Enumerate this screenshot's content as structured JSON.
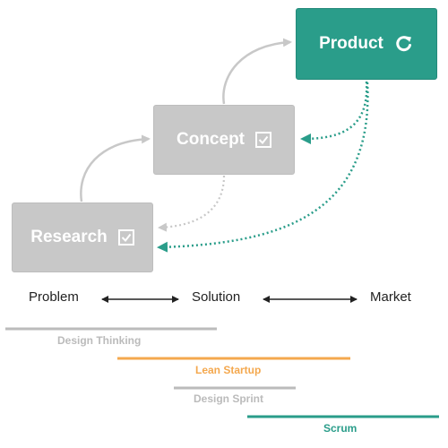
{
  "boxes": {
    "research": {
      "label": "Research",
      "icon": "checkbox-check-icon",
      "color": "#c8c8c8"
    },
    "concept": {
      "label": "Concept",
      "icon": "checkbox-check-icon",
      "color": "#c8c8c8"
    },
    "product": {
      "label": "Product",
      "icon": "refresh-icon",
      "color": "#2a9d8a"
    }
  },
  "axis": {
    "problem": "Problem",
    "solution": "Solution",
    "market": "Market"
  },
  "methods": [
    {
      "label": "Design Thinking",
      "color": "#bbbbbb"
    },
    {
      "label": "Lean Startup",
      "color": "#f4a84e"
    },
    {
      "label": "Design Sprint",
      "color": "#bbbbbb"
    },
    {
      "label": "Scrum",
      "color": "#2a9d8a"
    }
  ],
  "colors": {
    "gray_arrow": "#c8c8c8",
    "teal": "#2a9d8a",
    "axis_arrow": "#222222"
  }
}
